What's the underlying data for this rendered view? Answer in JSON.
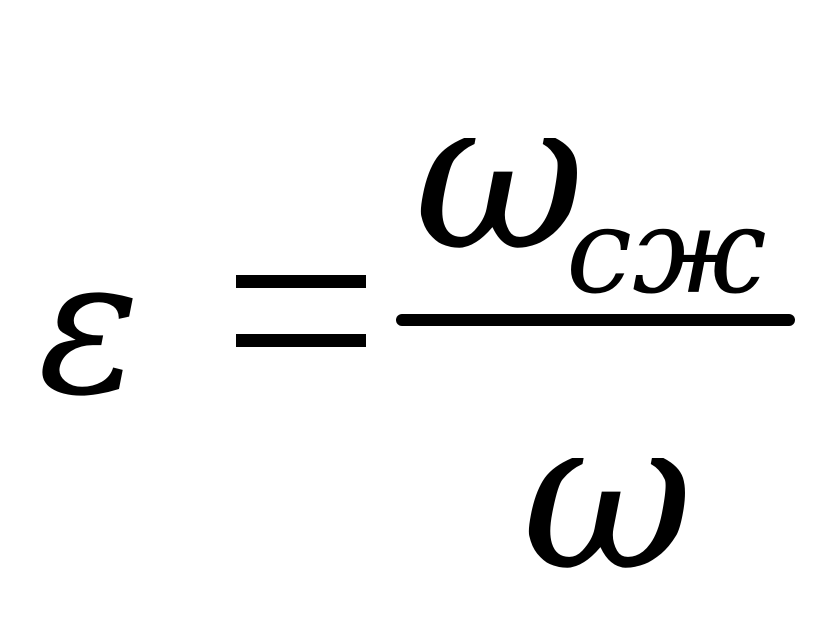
{
  "formula": {
    "lhs": "ε",
    "equals": "=",
    "numerator": {
      "symbol": "ω",
      "subscript": "сж"
    },
    "denominator": {
      "symbol": "ω"
    }
  }
}
